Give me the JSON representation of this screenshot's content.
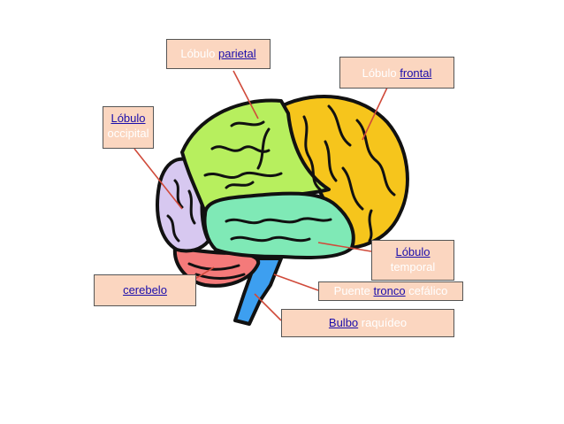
{
  "labels": {
    "parietal": {
      "prefix": "Lóbulo ",
      "link": "parietal",
      "suffix": ""
    },
    "frontal": {
      "prefix": "Lóbulo ",
      "link": "frontal",
      "suffix": ""
    },
    "occipital": {
      "link": "Lóbulo",
      "line2": "occipital"
    },
    "temporal": {
      "link": "Lóbulo",
      "line2": "temporal"
    },
    "cerebelo": {
      "link": "cerebelo"
    },
    "puente": {
      "prefix": "Puente ",
      "link": "tronco",
      "suffix": " cefálico"
    },
    "bulbo": {
      "link": "Bulbo",
      "suffix": " raquídeo"
    }
  },
  "colors": {
    "label_bg": "#fbd6c0",
    "link": "#1a0dab",
    "leader_line": "#d04a3a",
    "frontal": "#f6c51c",
    "parietal": "#b7ef5e",
    "occipital": "#d7c8f0",
    "temporal": "#7fe9b6",
    "cerebellum": "#f47a7a",
    "brainstem": "#3d9ff0"
  }
}
